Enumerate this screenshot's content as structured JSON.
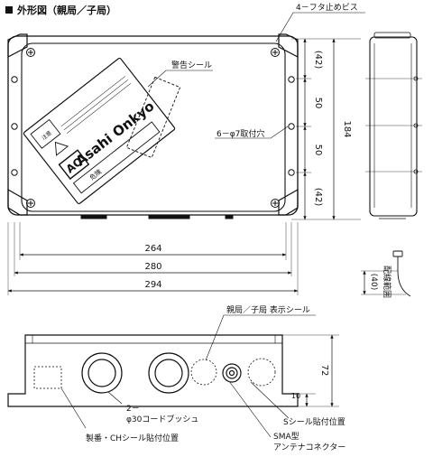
{
  "title": "外形図（親局／子局）",
  "labels": {
    "screws": "4－フタ止めビス",
    "warning_seal": "警告シール",
    "mount_holes": "6－φ7取付穴",
    "display_seal": "親局／子局 表示シール",
    "bushing_line1": "2－",
    "bushing_line2": "φ30コードブッシュ",
    "serial_seal": "製番・CHシール貼付位置",
    "s_seal": "Sシール貼付位置",
    "sma_line1": "SMA型",
    "sma_line2": "アンテナコネクター",
    "wiring_range": "配線範囲"
  },
  "label_plate": {
    "caution": "注意",
    "brand": "Asahi Onkyo",
    "logo": "AO",
    "danger": "危険"
  },
  "dimensions": {
    "d42_top": "(42)",
    "d50_a": "50",
    "d50_b": "50",
    "d42_bottom": "(42)",
    "d184": "184",
    "d264": "264",
    "d280": "280",
    "d294": "294",
    "d40": "(40)",
    "d72": "72",
    "d10": "10"
  }
}
